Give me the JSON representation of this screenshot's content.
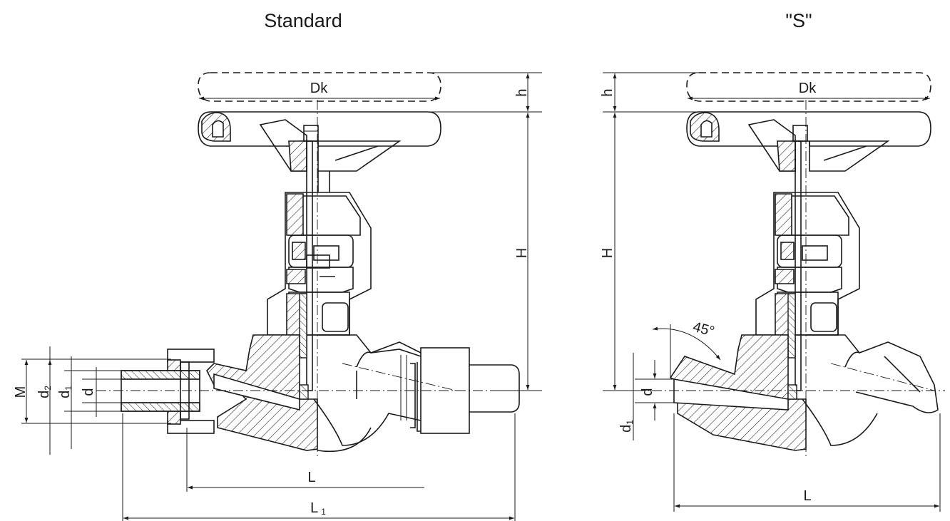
{
  "views": [
    {
      "title": "Standard",
      "dimensions": {
        "handwheel_diameter": "Dk",
        "handwheel_height": "h",
        "overall_height": "H",
        "length": "L",
        "length_total": "L",
        "length_total_sub": "1",
        "thread": "M",
        "diameter_2": "d",
        "diameter_2_sub": "2",
        "diameter_1": "d",
        "diameter_1_sub": "1",
        "diameter": "d"
      }
    },
    {
      "title": "\"S\"",
      "dimensions": {
        "handwheel_diameter": "Dk",
        "handwheel_height": "h",
        "overall_height": "H",
        "length": "L",
        "angle": "45°",
        "diameter": "d",
        "diameter_1": "d",
        "diameter_1_sub": "1"
      }
    }
  ]
}
